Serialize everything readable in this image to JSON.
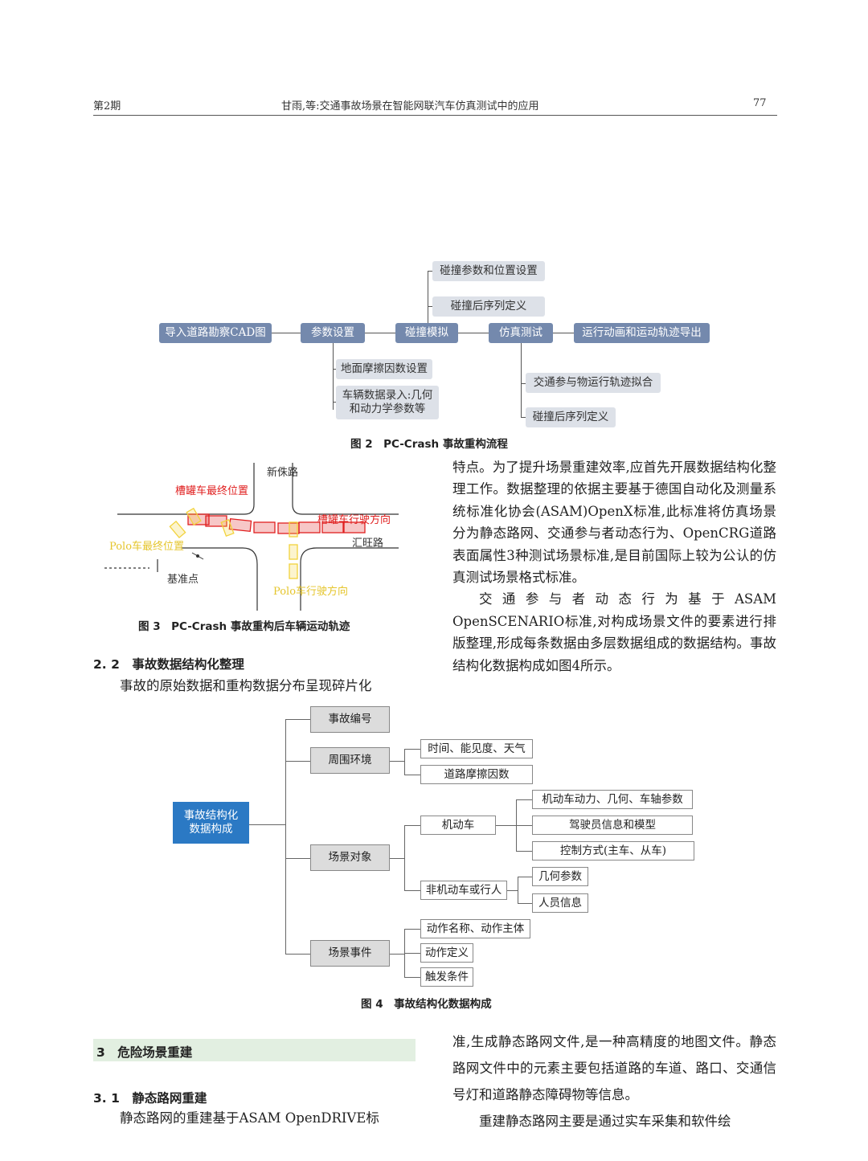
{
  "header": {
    "issue": "第2期",
    "title": "甘雨,等:交通事故场景在智能网联汽车仿真测试中的应用",
    "page": "77"
  },
  "fig2": {
    "main_row": [
      "导入道路勘察CAD图",
      "参数设置",
      "碰撞模拟",
      "仿真测试",
      "运行动画和运动轨迹导出"
    ],
    "above_collision": [
      "碰撞参数和位置设置",
      "碰撞后序列定义"
    ],
    "below_params": [
      "地面摩擦因数设置",
      "车辆数据录入:几何",
      "和动力学参数等"
    ],
    "below_sim": [
      "交通参与物运行轨迹拟合",
      "碰撞后序列定义"
    ],
    "caption": "图 2　PC-Crash 事故重构流程"
  },
  "fig3": {
    "road_north": "新侏路",
    "road_east": "汇旺路",
    "tanker_final": "槽罐车最终位置",
    "tanker_dir": "槽罐车行驶方向",
    "polo_final": "Polo车最终位置",
    "polo_dir": "Polo车行驶方向",
    "ref_point": "基准点",
    "caption": "图 3　PC-Crash 事故重构后车辆运动轨迹",
    "colors": {
      "tanker": "#e02020",
      "polo": "#f2d23c"
    }
  },
  "section_2_2": {
    "heading": "2. 2　事故数据结构化整理",
    "text": "事故的原始数据和重构数据分布呈现碎片化"
  },
  "right_column": {
    "p1": "特点。为了提升场景重建效率,应首先开展数据结构化整理工作。数据整理的依据主要基于德国自动化及测量系统标准化协会(ASAM)OpenX标准,此标准将仿真场景分为静态路网、交通参与者动态行为、OpenCRG道路表面属性3种测试场景标准,是目前国际上较为公认的仿真测试场景格式标准。",
    "p2": "交通参与者动态行为基于ASAM OpenSCENARIO标准,对构成场景文件的要素进行排版整理,形成每条数据由多层数据组成的数据结构。事故结构化数据构成如图4所示。"
  },
  "fig4": {
    "root": [
      "事故结构化",
      "数据构成"
    ],
    "l1": [
      "事故编号",
      "周围环境",
      "场景对象",
      "场景事件"
    ],
    "env": [
      "时间、能见度、天气",
      "道路摩擦因数"
    ],
    "objects": [
      "机动车",
      "非机动车或行人"
    ],
    "motor": [
      "机动车动力、几何、车轴参数",
      "驾驶员信息和模型",
      "控制方式(主车、从车)"
    ],
    "nonmotor": [
      "几何参数",
      "人员信息"
    ],
    "events": [
      "动作名称、动作主体",
      "动作定义",
      "触发条件"
    ],
    "caption": "图 4　事故结构化数据构成",
    "colors": {
      "root": "#2b79c4"
    }
  },
  "section_3": {
    "heading": "3　危险场景重建",
    "sub_heading": "3. 1　静态路网重建",
    "left_text": "静态路网的重建基于ASAM OpenDRIVE标",
    "right_p1": "准,生成静态路网文件,是一种高精度的地图文件。静态路网文件中的元素主要包括道路的车道、路口、交通信号灯和道路静态障碍物等信息。",
    "right_p2": "重建静态路网主要是通过实车采集和软件绘"
  }
}
